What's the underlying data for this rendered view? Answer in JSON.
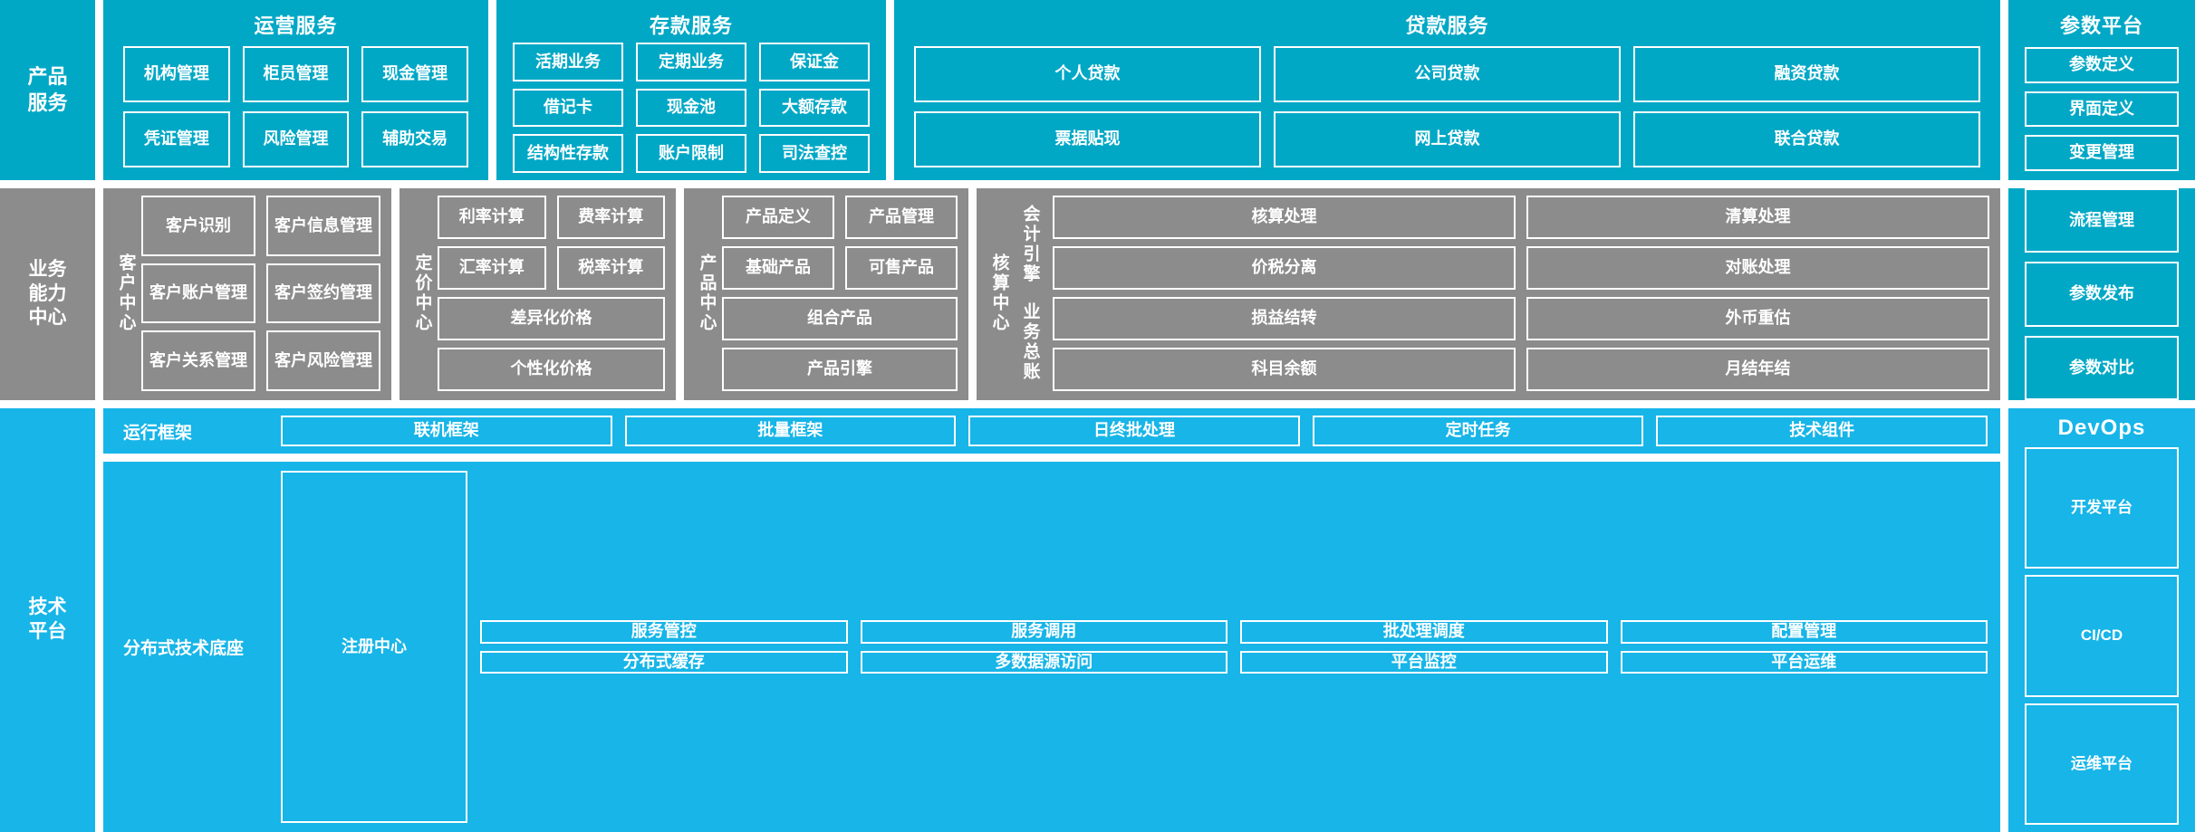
{
  "layers": {
    "product_service": "产品\n服务",
    "business_capability": "业务\n能力\n中心",
    "technology_platform": "技术\n平台"
  },
  "product_services": {
    "operation": {
      "title": "运营服务",
      "tiles": [
        "机构管理",
        "柜员管理",
        "现金管理",
        "凭证管理",
        "风险管理",
        "辅助交易"
      ]
    },
    "deposit": {
      "title": "存款服务",
      "tiles": [
        "活期业务",
        "定期业务",
        "保证金",
        "借记卡",
        "现金池",
        "大额存款",
        "结构性存款",
        "账户限制",
        "司法查控"
      ]
    },
    "loan": {
      "title": "贷款服务",
      "tiles": [
        "个人贷款",
        "公司贷款",
        "融资贷款",
        "票据贴现",
        "网上贷款",
        "联合贷款"
      ]
    }
  },
  "parameter_platform": {
    "title": "参数平台",
    "tiles_top": [
      "参数定义",
      "界面定义",
      "变更管理"
    ],
    "tiles_bottom": [
      "流程管理",
      "参数发布",
      "参数对比"
    ]
  },
  "centers": {
    "customer": {
      "label": "客户中心",
      "tiles": [
        "客户识别",
        "客户信息管理",
        "客户账户管理",
        "客户签约管理",
        "客户关系管理",
        "客户风险管理"
      ]
    },
    "pricing": {
      "label": "定价中心",
      "tiles": [
        "利率计算",
        "费率计算",
        "汇率计算",
        "税率计算"
      ],
      "wide_tiles": [
        "差异化价格",
        "个性化价格"
      ]
    },
    "product": {
      "label": "产品中心",
      "tiles": [
        "产品定义",
        "产品管理",
        "基础产品",
        "可售产品"
      ],
      "wide_tiles": [
        "组合产品",
        "产品引擎"
      ]
    },
    "accounting": {
      "label": "核算中心",
      "sub_label_1": "会计引擎",
      "sub_label_2": "业务总账",
      "tiles": [
        "核算处理",
        "清算处理",
        "价税分离",
        "对账处理",
        "损益结转",
        "外币重估",
        "科目余额",
        "月结年结"
      ]
    }
  },
  "technology": {
    "runtime": {
      "label": "运行框架",
      "tiles": [
        "联机框架",
        "批量框架",
        "日终批处理",
        "定时任务",
        "技术组件"
      ]
    },
    "base": {
      "label": "分布式技术底座",
      "registry": "注册中心",
      "tiles": [
        "服务管控",
        "服务调用",
        "批处理调度",
        "配置管理",
        "分布式缓存",
        "多数据源访问",
        "平台监控",
        "平台运维"
      ]
    }
  },
  "devops": {
    "title": "DevOps",
    "tiles": [
      "开发平台",
      "CI/CD",
      "运维平台"
    ]
  },
  "colors": {
    "teal": "#00A8C6",
    "teal_light": "#17B5E8",
    "grey": "#8C8C8C",
    "white": "#FFFFFF"
  }
}
